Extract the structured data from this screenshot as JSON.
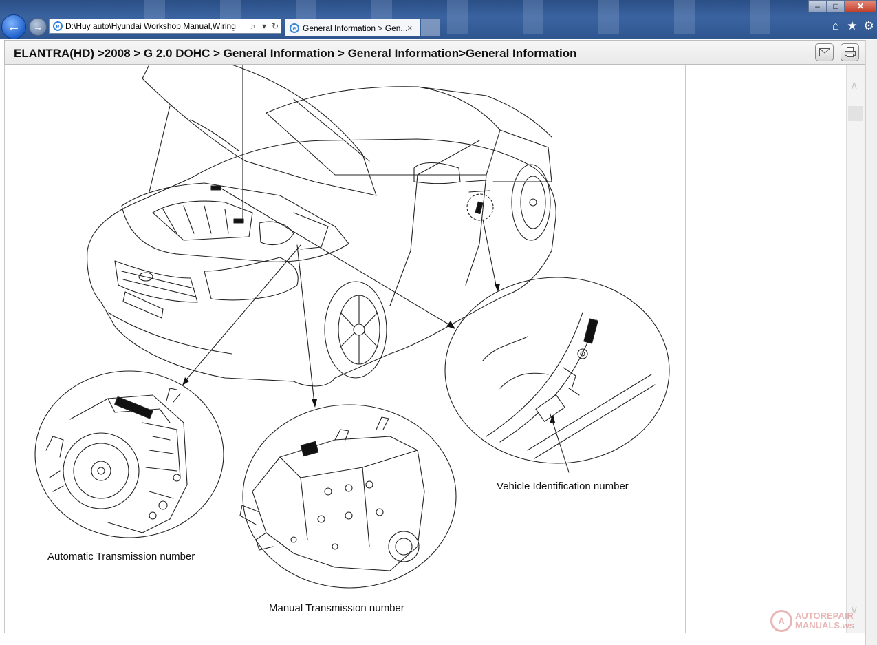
{
  "browser": {
    "address": "D:\\Huy auto\\Hyundai Workshop Manual,Wiring",
    "tab_title": "General Information > Gen...",
    "tab_close": "×",
    "back_glyph": "←",
    "forward_glyph": "→",
    "icons": [
      "back-arrow-icon",
      "forward-arrow-icon",
      "ie-icon",
      "search-icon",
      "refresh-icon",
      "home-icon",
      "favorites-star-icon",
      "settings-gear-icon"
    ]
  },
  "header": {
    "breadcrumb": "ELANTRA(HD) >2008 > G 2.0 DOHC > General Information > General Information>General Information",
    "email_icon": "email-icon",
    "print_icon": "print-icon"
  },
  "figure": {
    "labels": {
      "vin": "Vehicle Identification number",
      "automatic": "Automatic Transmission number",
      "manual": "Manual Transmission number"
    }
  },
  "watermark": {
    "line1": "AUTOREPAIR",
    "line2": "MANUALS.ws"
  },
  "colors": {
    "titlebar": "#2f568f",
    "line_art": "#222222"
  }
}
